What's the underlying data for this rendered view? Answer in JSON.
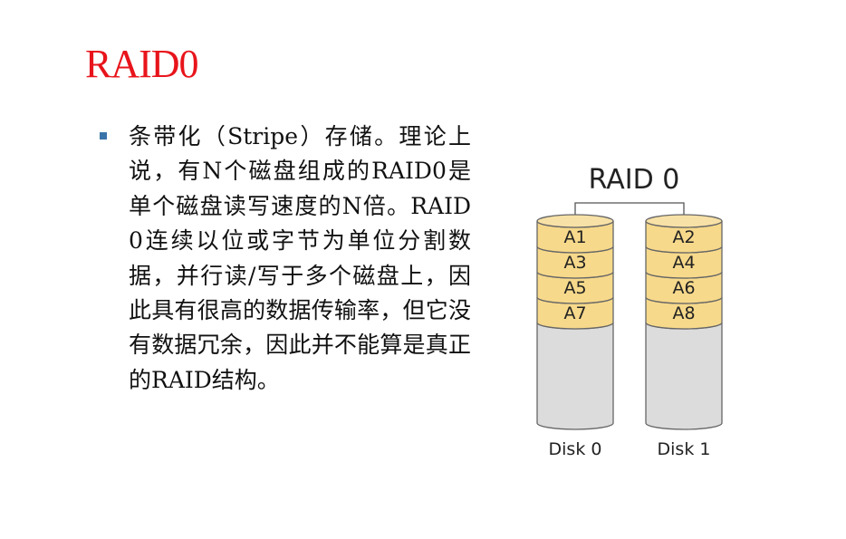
{
  "slide": {
    "title": "RAID0",
    "bullet_text": "条带化（Stripe）存储。理论上说，有N个磁盘组成的RAID0是单个磁盘读写速度的N倍。RAID 0连续以位或字节为单位分割数据，并行读/写于多个磁盘上，因此具有很高的数据传输率，但它没有数据冗余，因此并不能算是真正的RAID结构。"
  },
  "diagram": {
    "title": "RAID 0",
    "disks": [
      {
        "label": "Disk 0",
        "blocks": [
          "A1",
          "A3",
          "A5",
          "A7"
        ]
      },
      {
        "label": "Disk 1",
        "blocks": [
          "A2",
          "A4",
          "A6",
          "A8"
        ]
      }
    ],
    "colors": {
      "block_fill": "#f7d98b",
      "block_top": "#f8e1a6",
      "empty_fill": "#dcdcdc",
      "empty_top": "#e8e8e8",
      "stroke": "#666666",
      "text": "#222222"
    }
  }
}
